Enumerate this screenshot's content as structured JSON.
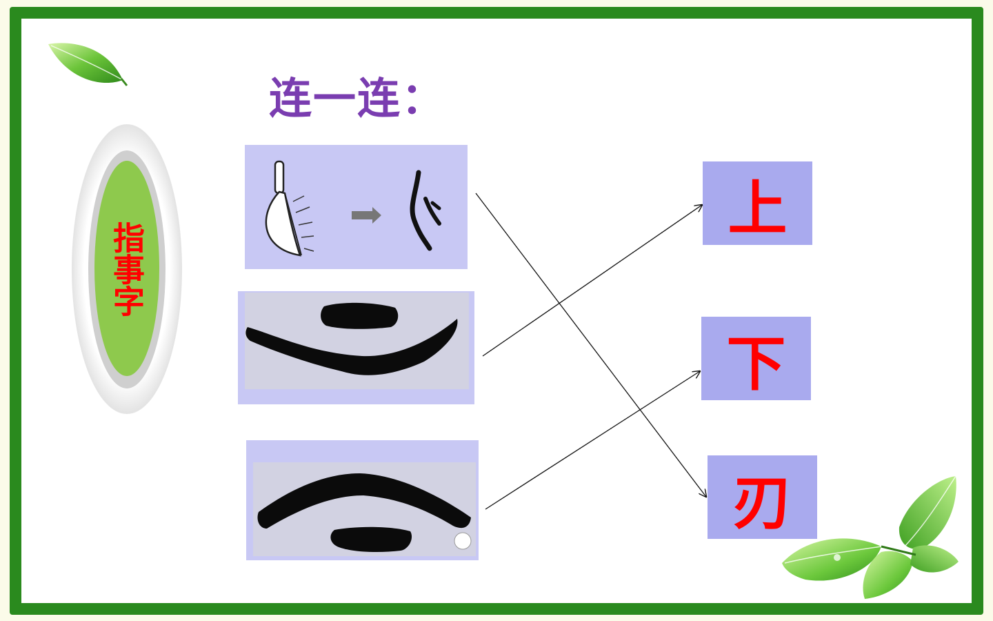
{
  "title": "连一连：",
  "category_label": "指事字",
  "characters": [
    {
      "char": "上"
    },
    {
      "char": "下"
    },
    {
      "char": "刃"
    }
  ],
  "colors": {
    "frame": "#2a8a1e",
    "title": "#7a3db0",
    "character": "#ff0000",
    "char_box": "#a9aaee",
    "oval": "#8ec94d"
  },
  "icons": [
    "leaf-icon",
    "knife-blade-picture",
    "ink-xia-picture",
    "ink-shang-picture",
    "leaves-decoration"
  ]
}
